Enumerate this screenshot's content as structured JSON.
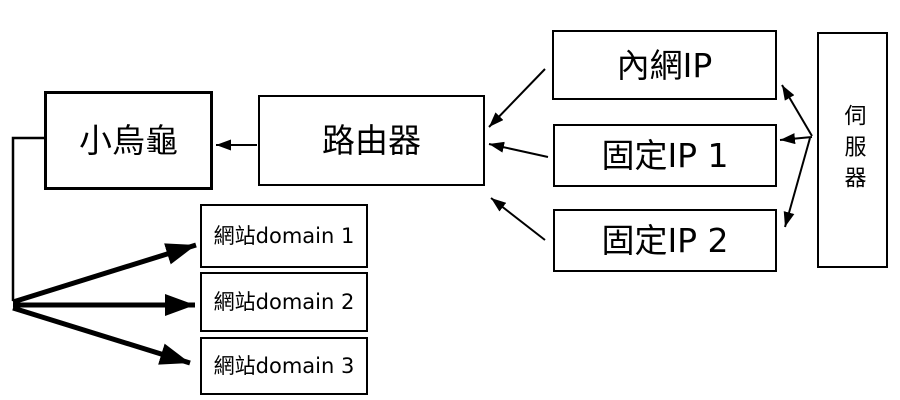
{
  "colors": {
    "ink": "#000000",
    "background": "#ffffff"
  },
  "nodes": {
    "modem": {
      "label": "小烏龜"
    },
    "router": {
      "label": "路由器"
    },
    "lan_ip": {
      "label": "內網IP"
    },
    "fixed_ip_1": {
      "label": "固定IP 1"
    },
    "fixed_ip_2": {
      "label": "固定IP 2"
    },
    "server": {
      "label": "伺服器"
    },
    "website_1": {
      "label": "網站domain 1"
    },
    "website_2": {
      "label": "網站domain 2"
    },
    "website_3": {
      "label": "網站domain 3"
    }
  },
  "edges": [
    {
      "from": "router",
      "to": "modem",
      "style": "thin-arrow"
    },
    {
      "from": "lan_ip",
      "to": "router",
      "style": "thin-arrow"
    },
    {
      "from": "fixed_ip_1",
      "to": "router",
      "style": "thin-arrow"
    },
    {
      "from": "fixed_ip_2",
      "to": "router",
      "style": "thin-arrow"
    },
    {
      "from": "server",
      "to": "lan_ip",
      "style": "thin-arrow"
    },
    {
      "from": "server",
      "to": "fixed_ip_1",
      "style": "thin-arrow"
    },
    {
      "from": "server",
      "to": "fixed_ip_2",
      "style": "thin-arrow"
    },
    {
      "from": "modem",
      "to": "website_1",
      "style": "thick-arrow"
    },
    {
      "from": "modem",
      "to": "website_2",
      "style": "thick-arrow"
    },
    {
      "from": "modem",
      "to": "website_3",
      "style": "thick-arrow"
    }
  ]
}
